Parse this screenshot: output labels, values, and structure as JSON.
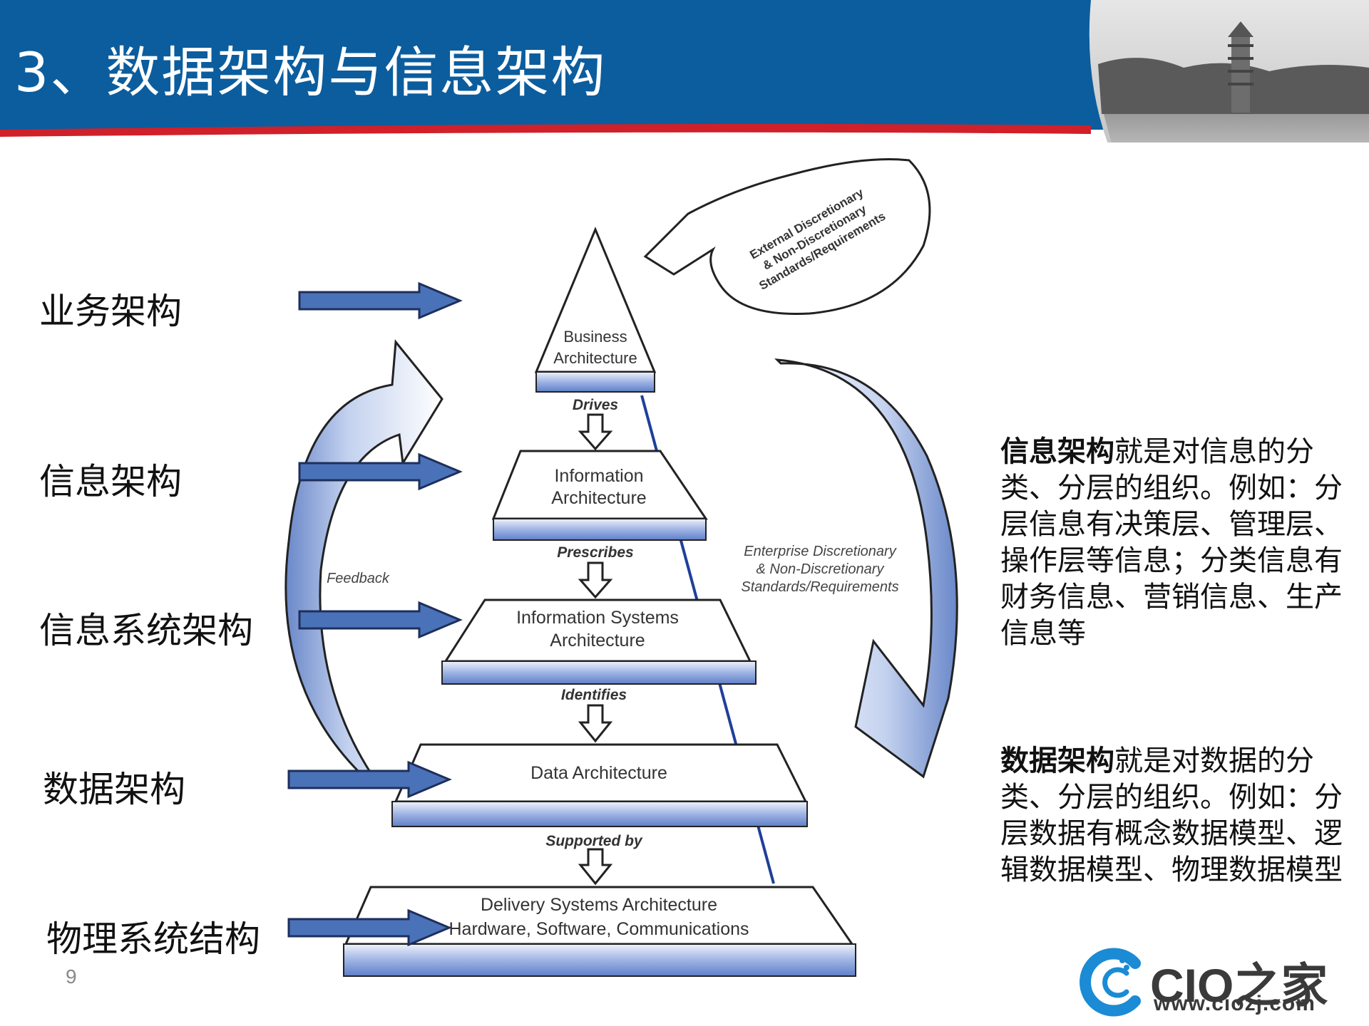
{
  "slide": {
    "title": "3、数据架构与信息架构",
    "page_number": "9"
  },
  "left_labels": [
    "业务架构",
    "信息架构",
    "信息系统架构",
    "数据架构",
    "物理系统结构"
  ],
  "pyramid": {
    "layers": [
      {
        "line1": "Business",
        "line2": "Architecture"
      },
      {
        "line1": "Information",
        "line2": "Architecture"
      },
      {
        "line1": "Information Systems",
        "line2": "Architecture"
      },
      {
        "line1": "Data Architecture",
        "line2": ""
      },
      {
        "line1": "Delivery Systems Architecture",
        "line2": "Hardware, Software, Communications"
      }
    ],
    "connectors": [
      "Drives",
      "Prescribes",
      "Identifies",
      "Supported by"
    ],
    "external_bubble": [
      "External Discretionary",
      "& Non-Discretionary",
      "Standards/Requirements"
    ],
    "enterprise_label": [
      "Enterprise Discretionary",
      "& Non-Discretionary",
      "Standards/Requirements"
    ],
    "feedback_label": "Feedback"
  },
  "descriptions": {
    "info": {
      "term": "信息架构",
      "text": "就是对信息的分类、分层的组织。例如：分层信息有决策层、管理层、操作层等信息；分类信息有财务信息、营销信息、生产信息等"
    },
    "data": {
      "term": "数据架构",
      "text": "就是对数据的分类、分层的组织。例如：分层数据有概念数据模型、逻辑数据模型、物理数据模型"
    }
  },
  "logo": {
    "name": "CIO之家",
    "url": "www.ciozj.com"
  },
  "colors": {
    "header_blue": "#0b5d9e",
    "accent_red": "#d0202a",
    "arrow_blue": "#4a72b8",
    "layer_blue": "#6f8fd4"
  }
}
